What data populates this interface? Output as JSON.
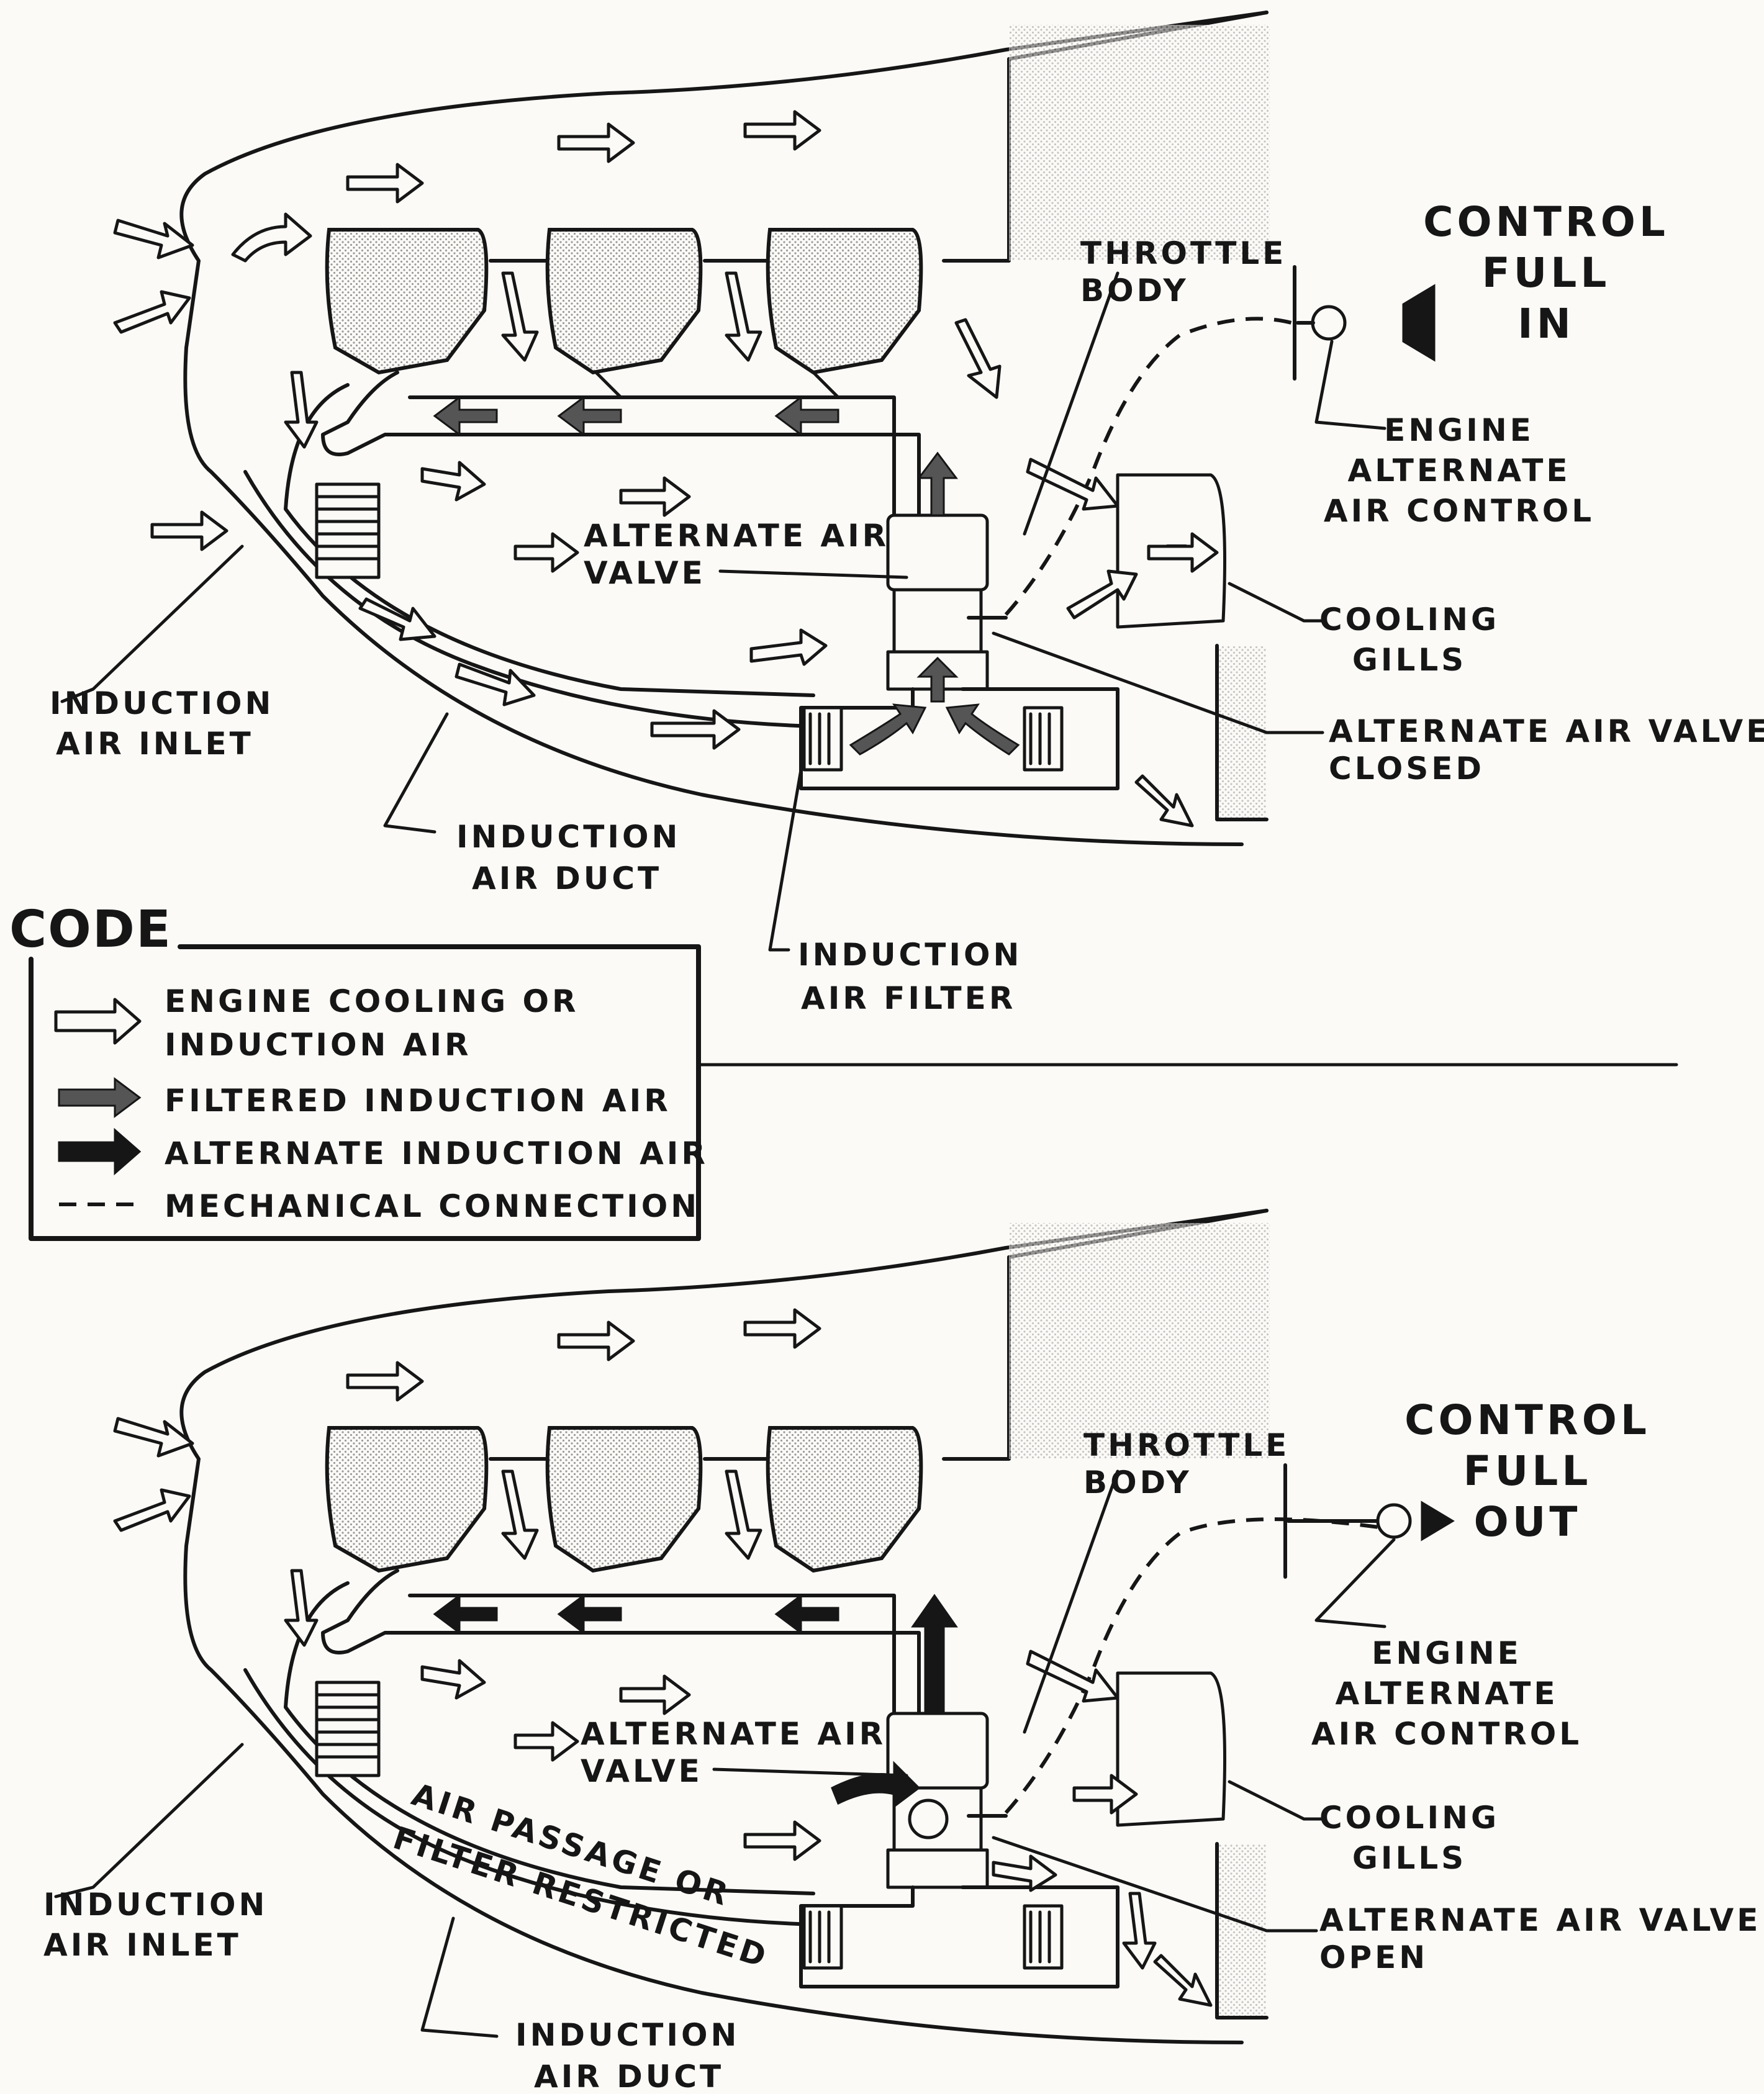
{
  "top_view": {
    "control_state": [
      "CONTROL",
      "FULL",
      "IN"
    ],
    "throttle_body": [
      "THROTTLE",
      "BODY"
    ],
    "engine_alternate_air_control": [
      "ENGINE",
      "ALTERNATE",
      "AIR  CONTROL"
    ],
    "alternate_air_valve": [
      "ALTERNATE AIR",
      "VALVE"
    ],
    "cooling_gills": [
      "COOLING",
      "GILLS"
    ],
    "valve_state": [
      "ALTERNATE AIR VALVE",
      "CLOSED"
    ],
    "induction_air_inlet": [
      "INDUCTION",
      "AIR INLET"
    ],
    "induction_air_duct": [
      "INDUCTION",
      "AIR DUCT"
    ],
    "induction_air_filter": [
      "INDUCTION",
      "AIR FILTER"
    ]
  },
  "legend": {
    "title": "CODE",
    "items": [
      {
        "symbol": "hollow-arrow",
        "label": [
          "ENGINE COOLING OR",
          "INDUCTION AIR"
        ]
      },
      {
        "symbol": "grey-arrow",
        "label": [
          "FILTERED INDUCTION AIR"
        ]
      },
      {
        "symbol": "solid-arrow",
        "label": [
          "ALTERNATE  INDUCTION AIR"
        ]
      },
      {
        "symbol": "dashed-line",
        "label": [
          "MECHANICAL  CONNECTION"
        ]
      }
    ]
  },
  "bottom_view": {
    "control_state": [
      "CONTROL",
      "FULL",
      "OUT"
    ],
    "throttle_body": [
      "THROTTLE",
      "BODY"
    ],
    "engine_alternate_air_control": [
      "ENGINE",
      "ALTERNATE",
      "AIR  CONTROL"
    ],
    "alternate_air_valve": [
      "ALTERNATE AIR",
      "VALVE"
    ],
    "cooling_gills": [
      "COOLING",
      "GILLS"
    ],
    "valve_state": [
      "ALTERNATE AIR VALVE",
      "OPEN"
    ],
    "induction_air_inlet": [
      "INDUCTION",
      "AIR INLET"
    ],
    "induction_air_duct": [
      "INDUCTION",
      "AIR DUCT"
    ],
    "restriction_note": [
      "AIR  PASSAGE  OR",
      "FILTER  RESTRICTED"
    ]
  },
  "colors": {
    "ink": "#161616",
    "paper": "#fbfaf7",
    "filtered_arrow": "#555555"
  }
}
